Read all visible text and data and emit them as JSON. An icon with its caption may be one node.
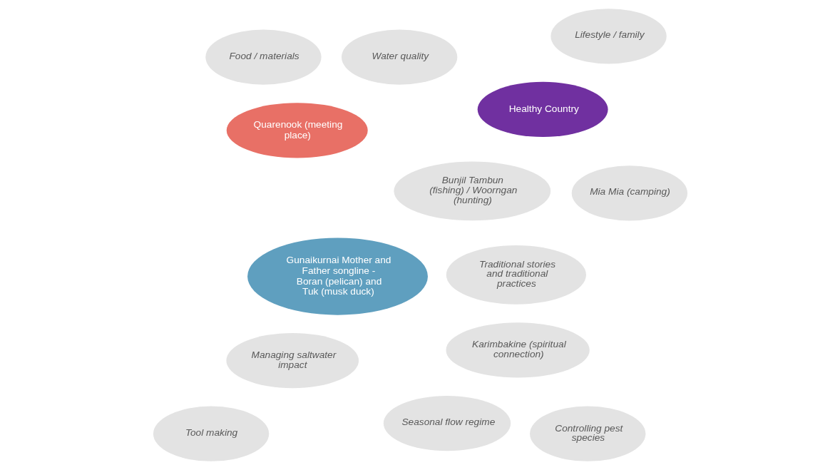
{
  "diagram": {
    "nodes": [
      {
        "text": [
          "Controlling pest species"
        ]
      },
      {
        "text": [
          "Karimbakine (spiritual connection)"
        ]
      },
      {
        "text": [
          "Managing saltwater impact"
        ]
      },
      {
        "text": [
          "Water quality"
        ]
      },
      {
        "text": [
          "Healthy Country"
        ]
      },
      {
        "text": [
          "Gunaikurnai Mother and Father songline - Boran (pelican) and Tuk (musk duck)"
        ]
      },
      {
        "text": [
          "Seasonal flow regime"
        ]
      },
      {
        "text": [
          "Traditional stories and traditional practices"
        ]
      },
      {
        "text": [
          "Quarenook (meeting place)"
        ]
      },
      {
        "text": [
          "Bunjil Tambun (fishing) / Woorngan (hunting)"
        ]
      },
      {
        "text": [
          "Food / materials"
        ]
      },
      {
        "text": [
          "Tool making"
        ]
      },
      {
        "text": [
          "Lifestyle / family"
        ]
      },
      {
        "text": [
          "Mia Mia (camping)"
        ]
      }
    ],
    "edges": []
  }
}
